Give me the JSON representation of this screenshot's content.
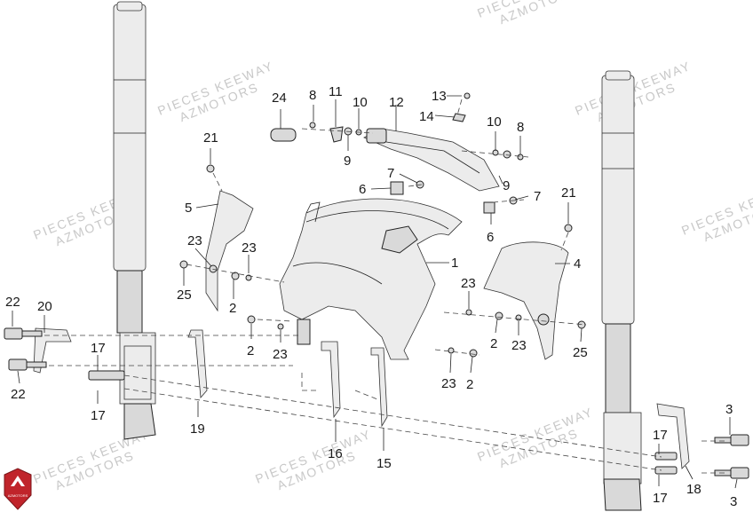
{
  "diagram": {
    "callouts": [
      "24",
      "8",
      "11",
      "10",
      "12",
      "13",
      "14",
      "9",
      "10",
      "8",
      "21",
      "7",
      "6",
      "9",
      "7",
      "21",
      "5",
      "23",
      "23",
      "25",
      "2",
      "1",
      "4",
      "23",
      "6",
      "22",
      "20",
      "2",
      "23",
      "2",
      "23",
      "25",
      "17",
      "23",
      "2",
      "22",
      "17",
      "19",
      "16",
      "15",
      "3",
      "17",
      "18",
      "17",
      "3"
    ],
    "watermark": {
      "line1": "PIECES KEEWAY",
      "line2": "AZMOTORS"
    },
    "logo_text": "AZMOTORS"
  }
}
